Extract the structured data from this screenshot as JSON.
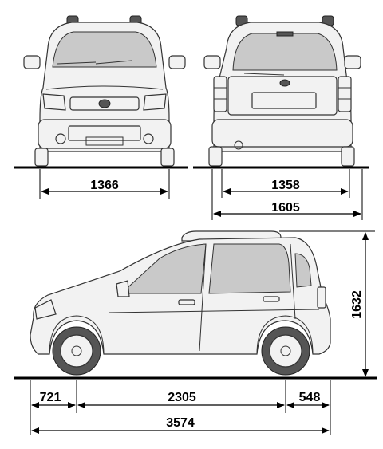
{
  "dimensions": {
    "front_track": "1366",
    "rear_track": "1358",
    "width": "1605",
    "height": "1632",
    "front_overhang": "721",
    "wheelbase": "2305",
    "rear_overhang": "548",
    "length": "3574"
  }
}
